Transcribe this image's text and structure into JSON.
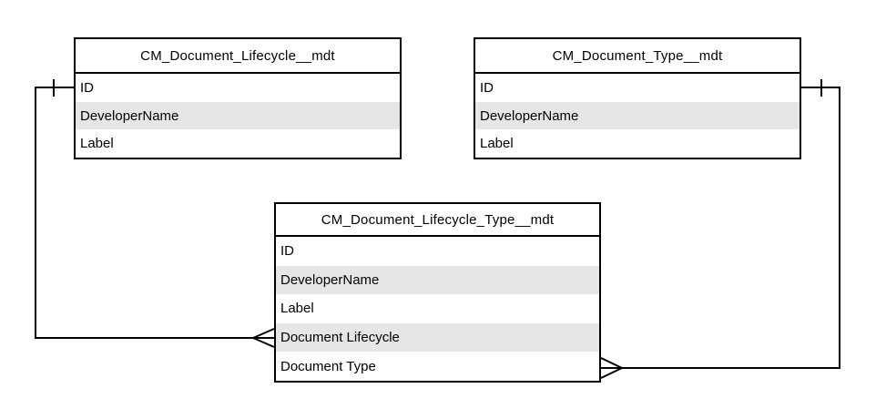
{
  "diagram": {
    "type": "entity-relationship",
    "colors": {
      "background": "#ffffff",
      "border": "#000000",
      "text": "#000000",
      "row_alt": "#e6e6e6"
    },
    "tables": [
      {
        "title": "CM_Document_Lifecycle__mdt",
        "fields": [
          "ID",
          "DeveloperName",
          "Label"
        ]
      },
      {
        "title": "CM_Document_Type__mdt",
        "fields": [
          "ID",
          "DeveloperName",
          "Label"
        ]
      },
      {
        "title": "CM_Document_Lifecycle_Type__mdt",
        "fields": [
          "ID",
          "DeveloperName",
          "Label",
          "Document Lifecycle",
          "Document Type"
        ]
      }
    ],
    "relationships": [
      {
        "from_table": "CM_Document_Lifecycle__mdt",
        "from_field": "ID",
        "from_cardinality": "one",
        "to_table": "CM_Document_Lifecycle_Type__mdt",
        "to_field": "Document Lifecycle",
        "to_cardinality": "many"
      },
      {
        "from_table": "CM_Document_Type__mdt",
        "from_field": "ID",
        "from_cardinality": "one",
        "to_table": "CM_Document_Lifecycle_Type__mdt",
        "to_field": "Document Type",
        "to_cardinality": "many"
      }
    ]
  }
}
